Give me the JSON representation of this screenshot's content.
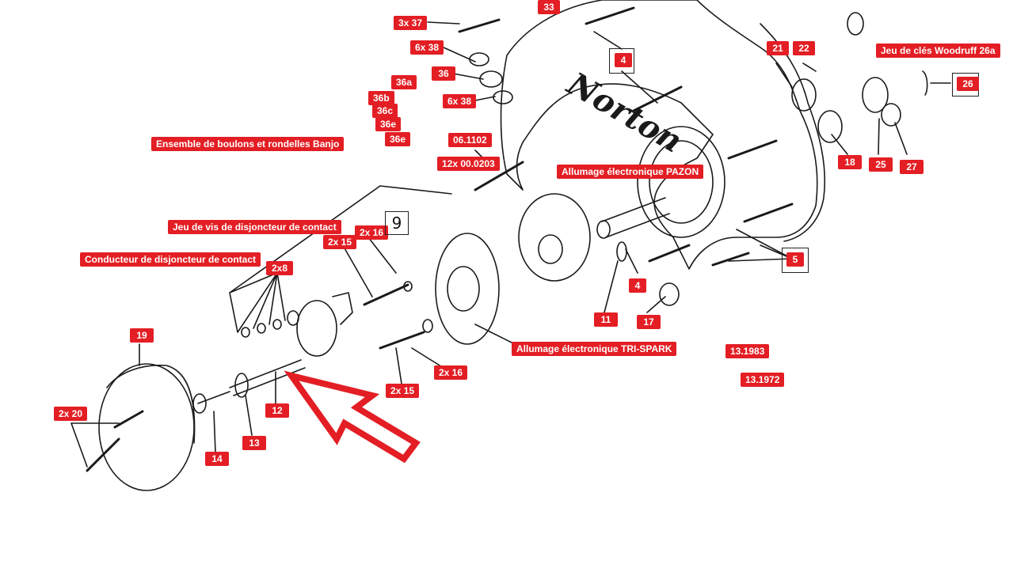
{
  "labels": {
    "l3x37": "3x 37",
    "l33": "33",
    "l6x38a": "6x 38",
    "l36": "36",
    "l36a": "36a",
    "l6x38b": "6x 38",
    "l36b": "36b",
    "l36c": "36c",
    "l36e1": "36e",
    "l36e2": "36e",
    "banjo": "Ensemble de boulons et rondelles Banjo",
    "l061102": "06.1102",
    "l12x": "12x 00.0203",
    "l4top": "4",
    "l21": "21",
    "l22": "22",
    "woodruff": "Jeu de clés Woodruff 26a",
    "l26": "26",
    "l18": "18",
    "l25": "25",
    "l27": "27",
    "pazon": "Allumage électronique PAZON",
    "vis": "Jeu de vis de disjoncteur de contact",
    "l2x15a": "2x 15",
    "l2x16a": "2x 16",
    "l9": "9",
    "conducteur": "Conducteur de disjoncteur de contact",
    "l2x8": "2x8",
    "l5": "5",
    "l4mid": "4",
    "l11": "11",
    "l17": "17",
    "trispark": "Allumage électronique TRI-SPARK",
    "l131983": "13.1983",
    "l131972": "13.1972",
    "l19": "19",
    "l2x16b": "2x 16",
    "l2x15b": "2x 15",
    "l2x20": "2x 20",
    "l12": "12",
    "l13": "13",
    "l14": "14"
  },
  "logo_text": "Norton",
  "colors": {
    "label_bg": "#e31e24",
    "label_text": "#ffffff",
    "line": "#1a1a1a",
    "arrow": "#e31e24"
  }
}
